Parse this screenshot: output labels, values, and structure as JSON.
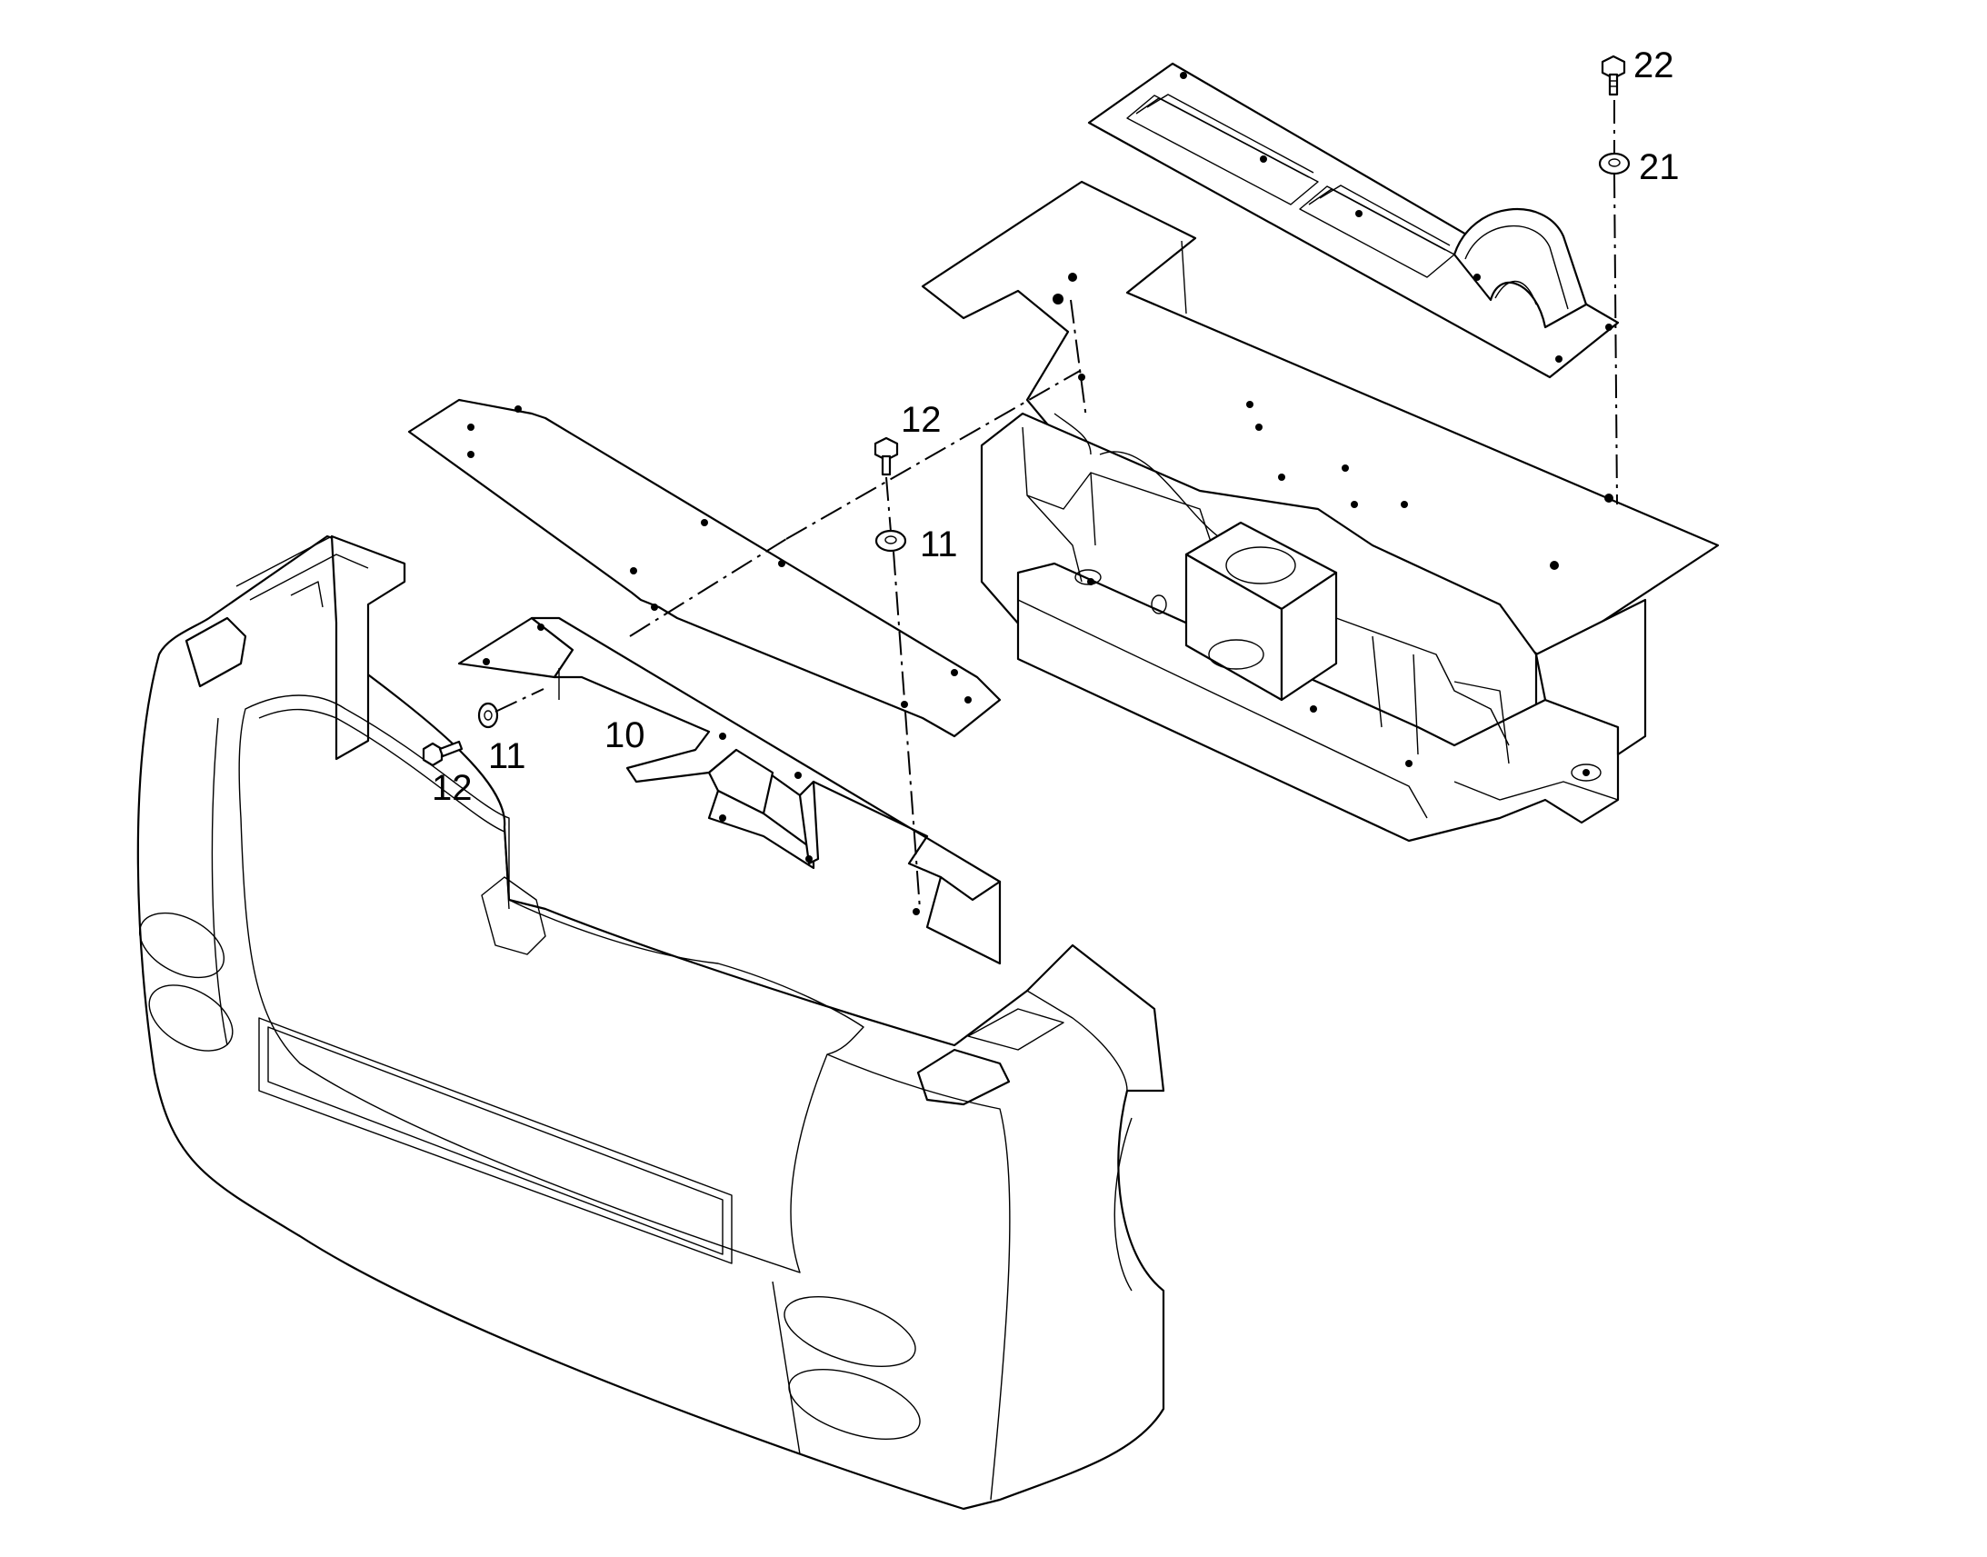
{
  "callouts": [
    {
      "id": "c22",
      "label": "22"
    },
    {
      "id": "c21",
      "label": "21"
    },
    {
      "id": "c12a",
      "label": "12"
    },
    {
      "id": "c11a",
      "label": "11"
    },
    {
      "id": "c10",
      "label": "10"
    },
    {
      "id": "c11b",
      "label": "11"
    },
    {
      "id": "c12b",
      "label": "12"
    }
  ],
  "colors": {
    "line": "#000000",
    "background": "#ffffff"
  }
}
